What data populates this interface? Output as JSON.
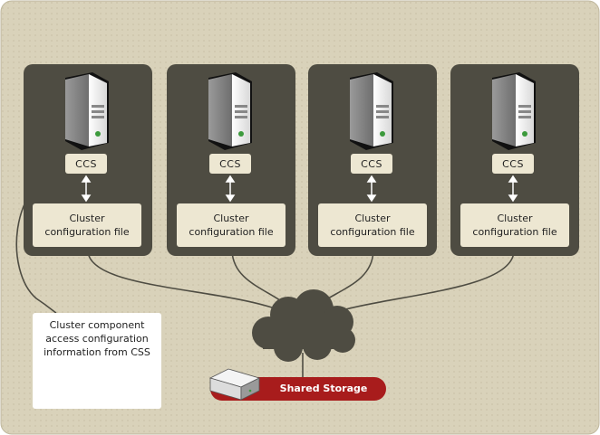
{
  "nodes": [
    {
      "ccs_label": "CCS",
      "config_line1": "Cluster",
      "config_line2": "configuration file"
    },
    {
      "ccs_label": "CCS",
      "config_line1": "Cluster",
      "config_line2": "configuration file"
    },
    {
      "ccs_label": "CCS",
      "config_line1": "Cluster",
      "config_line2": "configuration file"
    },
    {
      "ccs_label": "CCS",
      "config_line1": "Cluster",
      "config_line2": "configuration file"
    }
  ],
  "callout": {
    "line1": "Cluster component",
    "line2": "access configuration",
    "line3": "information from CSS"
  },
  "storage": {
    "label": "Shared Storage"
  },
  "colors": {
    "background": "#d9d2ba",
    "panel": "#4e4c42",
    "box": "#ede7d2",
    "storage": "#a81c1c",
    "cloud": "#4e4c42"
  }
}
